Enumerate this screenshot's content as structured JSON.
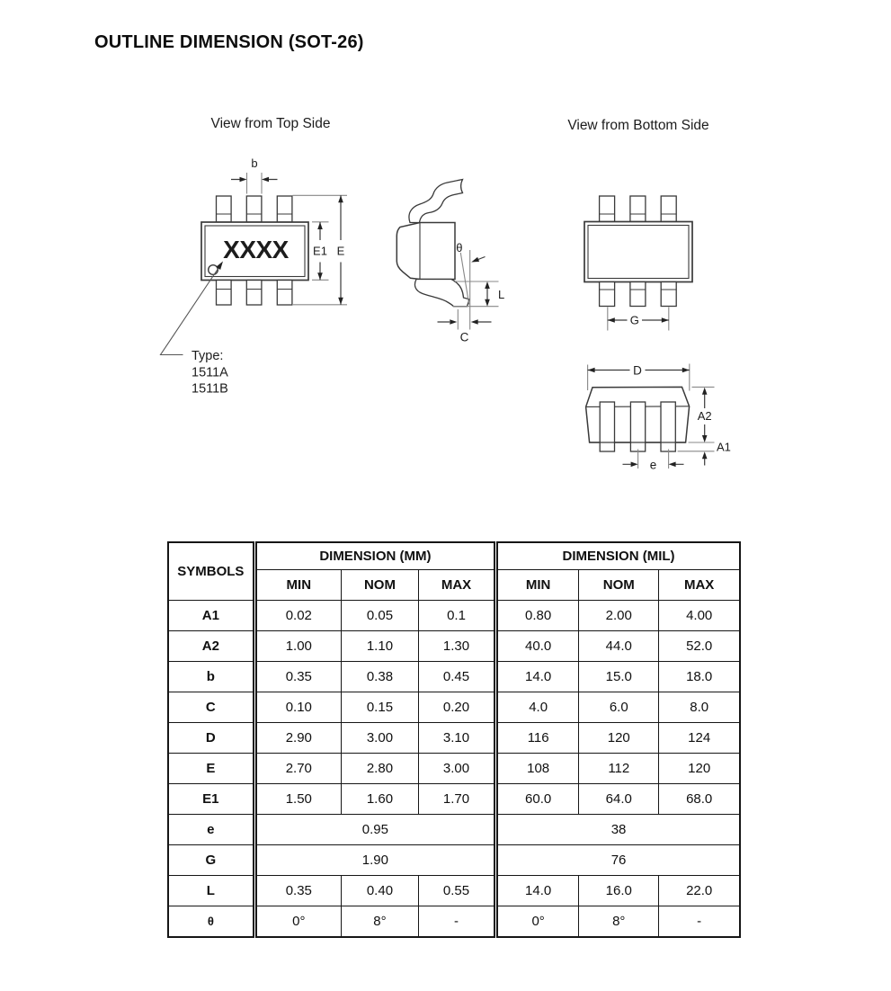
{
  "page": {
    "title": "OUTLINE DIMENSION (SOT-26)"
  },
  "views": {
    "top": {
      "caption": "View from Top Side",
      "marking": "XXXX",
      "type_label": "Type:",
      "type_values": [
        "1511A",
        "1511B"
      ],
      "dims": {
        "b": "b",
        "e1": "E1",
        "e": "E"
      }
    },
    "side": {
      "dims": {
        "theta": "θ",
        "l": "L",
        "c": "C"
      }
    },
    "bottom": {
      "caption": "View from Bottom Side",
      "dims": {
        "g": "G"
      }
    },
    "front": {
      "dims": {
        "d": "D",
        "a2": "A2",
        "a1": "A1",
        "e": "e"
      }
    }
  },
  "table": {
    "header": {
      "symbols": "SYMBOLS",
      "mm": "DIMENSION (MM)",
      "mil": "DIMENSION (MIL)",
      "cols": [
        "MIN",
        "NOM",
        "MAX"
      ]
    },
    "rows": [
      {
        "symbol": "A1",
        "mm": [
          "0.02",
          "0.05",
          "0.1"
        ],
        "mil": [
          "0.80",
          "2.00",
          "4.00"
        ]
      },
      {
        "symbol": "A2",
        "mm": [
          "1.00",
          "1.10",
          "1.30"
        ],
        "mil": [
          "40.0",
          "44.0",
          "52.0"
        ]
      },
      {
        "symbol": "b",
        "mm": [
          "0.35",
          "0.38",
          "0.45"
        ],
        "mil": [
          "14.0",
          "15.0",
          "18.0"
        ]
      },
      {
        "symbol": "C",
        "mm": [
          "0.10",
          "0.15",
          "0.20"
        ],
        "mil": [
          "4.0",
          "6.0",
          "8.0"
        ]
      },
      {
        "symbol": "D",
        "mm": [
          "2.90",
          "3.00",
          "3.10"
        ],
        "mil": [
          "116",
          "120",
          "124"
        ]
      },
      {
        "symbol": "E",
        "mm": [
          "2.70",
          "2.80",
          "3.00"
        ],
        "mil": [
          "108",
          "112",
          "120"
        ]
      },
      {
        "symbol": "E1",
        "mm": [
          "1.50",
          "1.60",
          "1.70"
        ],
        "mil": [
          "60.0",
          "64.0",
          "68.0"
        ]
      },
      {
        "symbol": "e",
        "mm": [
          "0.95"
        ],
        "mil": [
          "38"
        ]
      },
      {
        "symbol": "G",
        "mm": [
          "1.90"
        ],
        "mil": [
          "76"
        ]
      },
      {
        "symbol": "L",
        "mm": [
          "0.35",
          "0.40",
          "0.55"
        ],
        "mil": [
          "14.0",
          "16.0",
          "22.0"
        ]
      },
      {
        "symbol": "θ",
        "mm": [
          "0°",
          "8°",
          "-"
        ],
        "mil": [
          "0°",
          "8°",
          "-"
        ],
        "small": true
      }
    ]
  }
}
